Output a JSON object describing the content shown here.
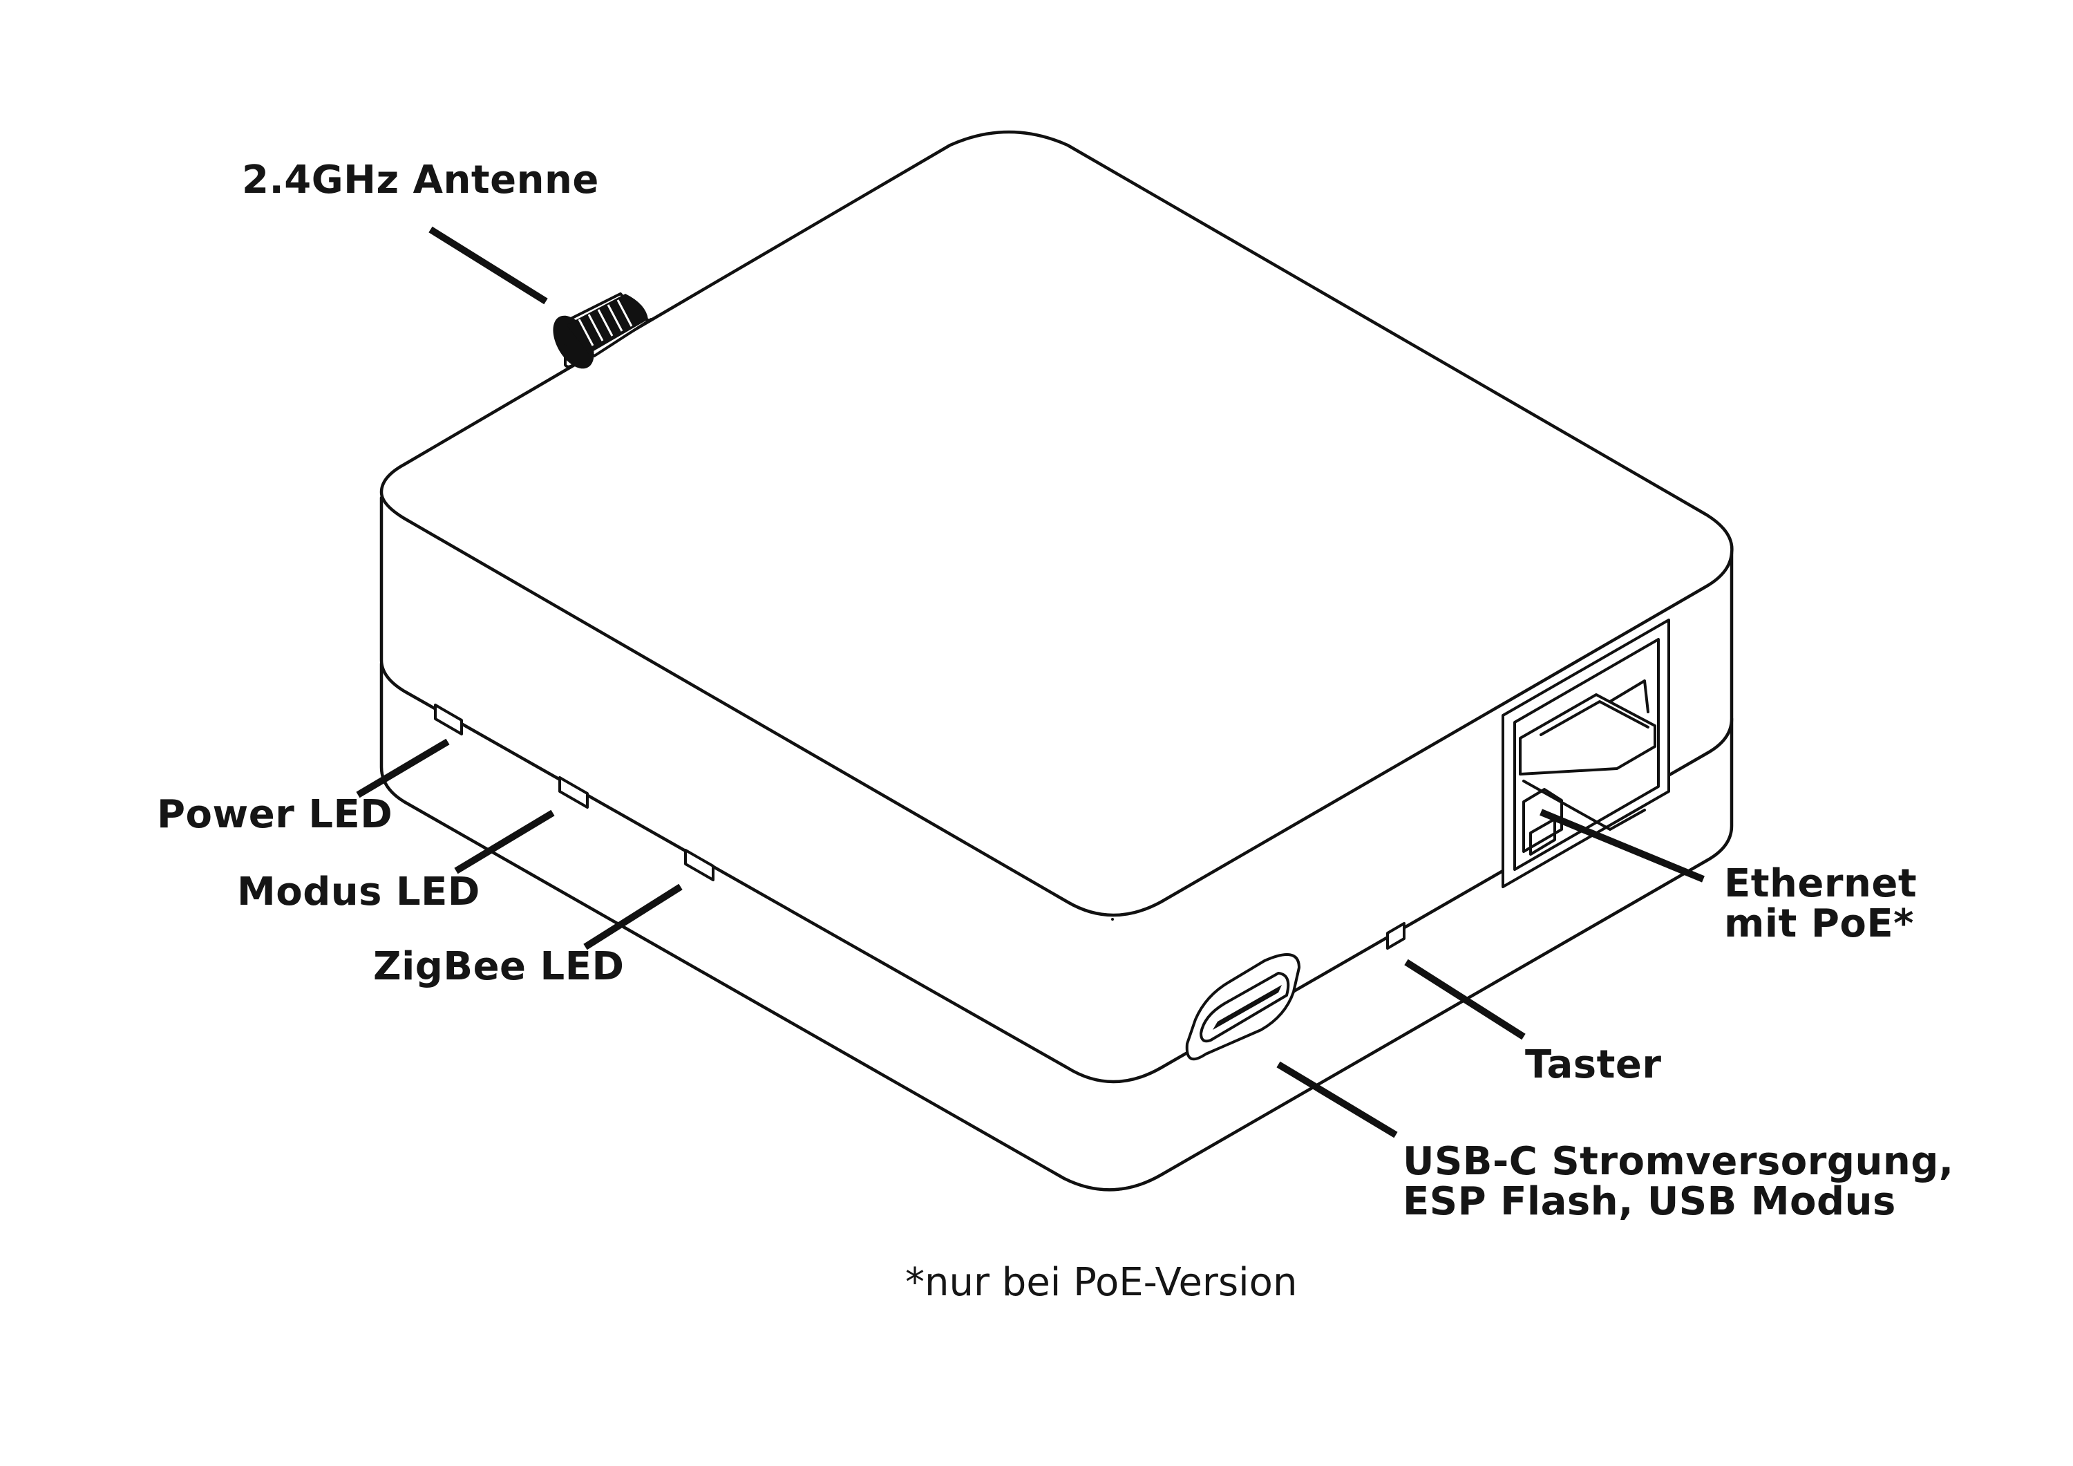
{
  "labels": {
    "antenna": "2.4GHz Antenne",
    "power_led": "Power LED",
    "modus_led": "Modus LED",
    "zigbee_led": "ZigBee LED",
    "ethernet_line1": "Ethernet",
    "ethernet_line2": "mit PoE*",
    "taster": "Taster",
    "usbc_line1": "USB-C Stromversorgung,",
    "usbc_line2": "ESP Flash, USB Modus"
  },
  "footnote": "*nur bei PoE-Version",
  "colors": {
    "stroke": "#111111",
    "background": "#ffffff"
  }
}
